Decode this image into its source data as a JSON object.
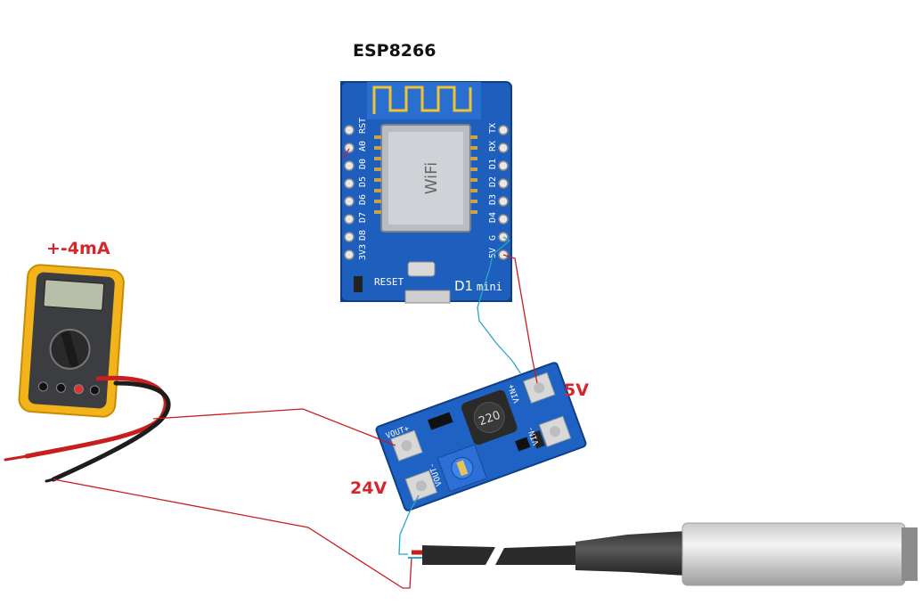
{
  "labels": {
    "esp_title": "ESP8266",
    "current": "+-4mA",
    "voltage_in": "5V",
    "voltage_out": "24V"
  },
  "esp_board": {
    "pins_left": [
      "RST",
      "A0",
      "D0",
      "D5",
      "D6",
      "D7",
      "D8",
      "3V3"
    ],
    "pins_right": [
      "TX",
      "RX",
      "D1",
      "D2",
      "D3",
      "D4",
      "G",
      "5V"
    ],
    "reset_label": "RESET",
    "board_name": "D1",
    "board_name_suffix": "mini"
  },
  "boost_module": {
    "vin_plus": "VIN+",
    "vin_minus": "VIN-",
    "vout_plus": "VOUT+",
    "vout_minus": "VOUT-",
    "inductor_text": "220"
  },
  "colors": {
    "label_red": "#d6262b",
    "title_black": "#111111",
    "pcb_blue": "#1d5cb8",
    "multimeter_yellow": "#f2b31b",
    "wire_red": "#c81e1e",
    "wire_cyan": "#2aa6c9"
  }
}
